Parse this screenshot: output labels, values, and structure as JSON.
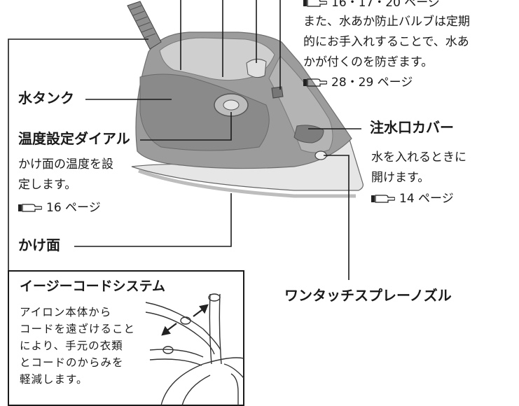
{
  "labels": {
    "water_tank": "水タンク",
    "temp_dial": "温度設定ダイアル",
    "soleplate": "かけ面",
    "fill_cover": "注水口カバー",
    "spray_nozzle": "ワンタッチスプレーノズル"
  },
  "top_right_note": {
    "ref_top": "16・17・20 ページ",
    "text_lines": [
      "また、水あか防止バルブは定期",
      "的にお手入れすることで、水あ",
      "かが付くのを防ぎます。"
    ],
    "ref_bottom": "28・29 ページ"
  },
  "temp_dial_desc": {
    "lines": [
      "かけ面の温度を設",
      "定します。"
    ],
    "ref": "16 ページ"
  },
  "fill_cover_desc": {
    "lines": [
      "水を入れるときに",
      "開けます。"
    ],
    "ref": "14 ページ"
  },
  "easy_cord": {
    "title": "イージーコードシステム",
    "lines": [
      "アイロン本体から",
      "コードを遠ざけること",
      "により、手元の衣類",
      "とコードのからみを",
      "軽減します。"
    ]
  },
  "colors": {
    "body_gray": "#9a9a9a",
    "highlight_gray": "#c9c9c9",
    "soleplate_gray": "#d8d8d8",
    "line": "#1a1a1a"
  },
  "icons": {
    "reference": "pointing-hand-icon"
  }
}
